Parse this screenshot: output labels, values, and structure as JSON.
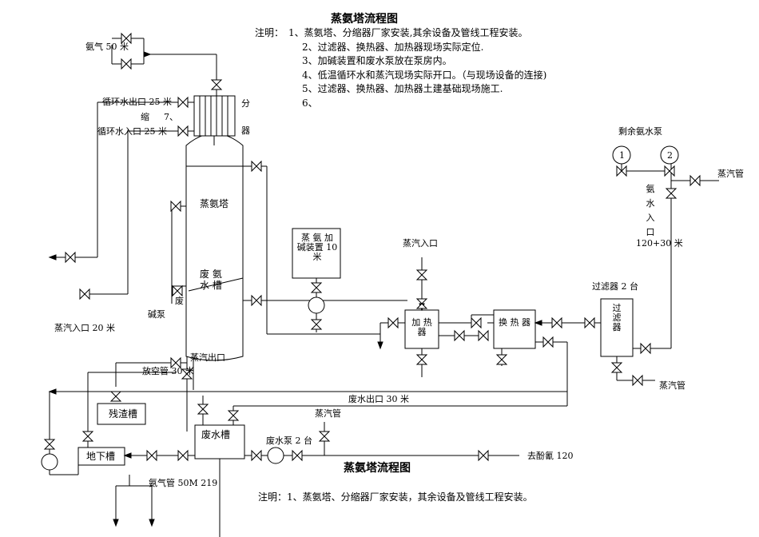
{
  "title_top": "蒸氨塔流程图",
  "title_bottom": "蒸氨塔流程图",
  "notes": {
    "lead": "注明：",
    "items": [
      "1、蒸氨塔、分缩器厂家安装,其余设备及管线工程安装。",
      "2、过滤器、换热器、加热器现场实际定位.",
      "3、加碱装置和废水泵放在泵房内。",
      "4、低温循环水和蒸汽现场实际开口。（与现场设备的连接)",
      "5、过滤器、换热器、加热器土建基础现场施工.",
      "6、"
    ],
    "bottom_note": "注明：1、蒸氨塔、分缩器厂家安装，其余设备及管线工程安装。"
  },
  "labels": {
    "ammonia_gas_50": "氨气 50 米",
    "cooling_out": "循环水出口 25 米",
    "cooling_in": "循环水入口 25 米",
    "condenser_chars": "缩",
    "seven": "7、",
    "condenser_fen": "分",
    "condenser_qi": "器",
    "tower": "蒸氨塔",
    "waste_ammonia_tank_1": "废 氨",
    "waste_ammonia_tank_2": "水 槽",
    "fei": "废",
    "alkali_pump": "碱泵",
    "steam_in_20": "蒸汽入口 20 米",
    "steam_out": "蒸汽出口",
    "vent_pipe": "放空管 30 米",
    "alkali_unit": "蒸 氨 加 碱装置 10 米",
    "steam_inlet": "蒸汽入口",
    "heater": "加 热 器",
    "exchanger": "换 热 器",
    "filter_count": "过滤器 2 台",
    "filter": "过 滤 器",
    "residual_pump": "剩余氨水泵",
    "pump1": "1",
    "pump2": "2",
    "steam_pipe_right": "蒸汽管",
    "ammonia_water_inlet": "氨水入口",
    "inlet_len": "120+30 米",
    "steam_pipe_lower": "蒸汽管",
    "waste_water_out": "废水出口 30 米",
    "steam_pipe_mid": "蒸汽管",
    "slag_tank": "残渣槽",
    "waste_tank": "废水槽",
    "underground_tank": "地下槽",
    "waste_pump": "废水泵 2 台",
    "to_phenol": "去酚氰 120",
    "ammonia_pipe": "氨气管 50M 219"
  }
}
